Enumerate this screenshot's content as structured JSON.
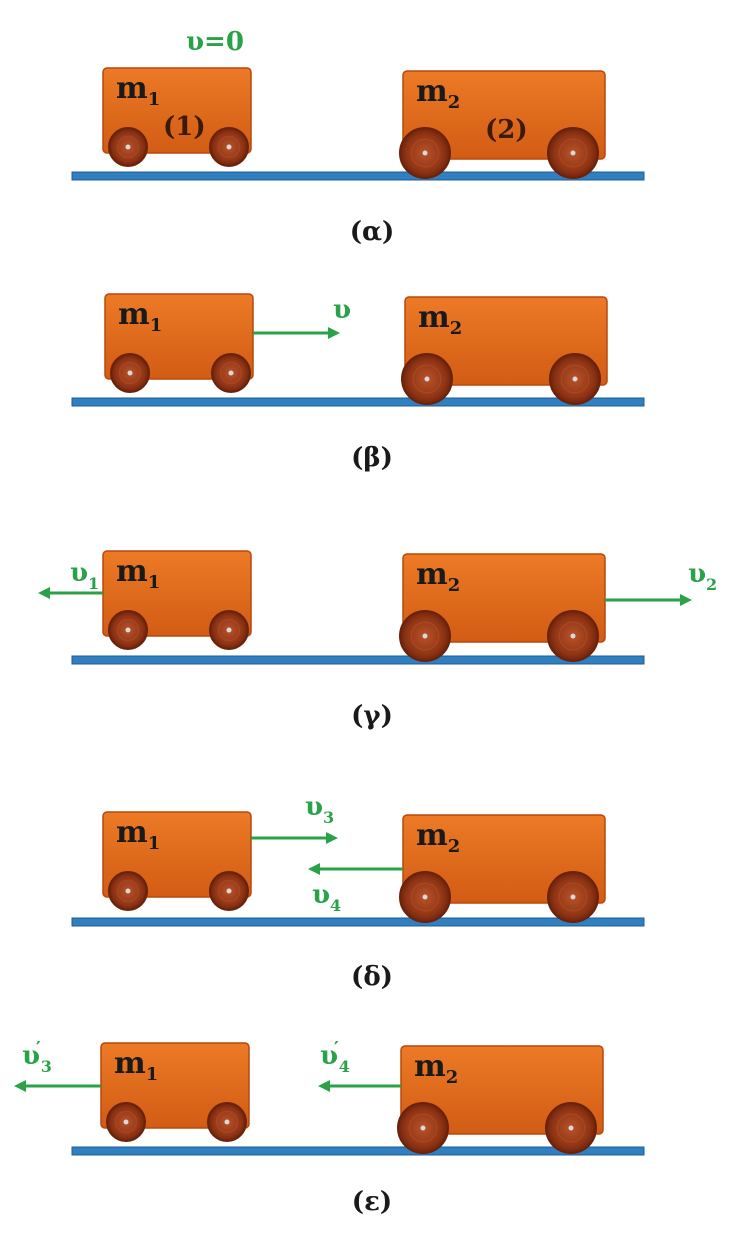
{
  "colors": {
    "cart": "#e06a1c",
    "cart_dark": "#b8480c",
    "wheel": "#8a2c10",
    "track": "#2f7fc1",
    "track_dark": "#1d5c94",
    "velocity": "#2aa24a",
    "label": "#1a1a1a"
  },
  "panels": [
    {
      "caption": "(α)",
      "cart1": {
        "mass": "m",
        "mass_sub": "1",
        "number": "(1)"
      },
      "cart2": {
        "mass": "m",
        "mass_sub": "2",
        "number": "(2)"
      },
      "annotations": [
        {
          "text": "υ=0"
        }
      ],
      "arrows": []
    },
    {
      "caption": "(β)",
      "cart1": {
        "mass": "m",
        "mass_sub": "1",
        "number": ""
      },
      "cart2": {
        "mass": "m",
        "mass_sub": "2",
        "number": ""
      },
      "annotations": [],
      "arrows": [
        {
          "symbol": "υ",
          "sub": "",
          "prime": false,
          "direction": "right",
          "attached_to": "cart1"
        }
      ]
    },
    {
      "caption": "(γ)",
      "cart1": {
        "mass": "m",
        "mass_sub": "1",
        "number": ""
      },
      "cart2": {
        "mass": "m",
        "mass_sub": "2",
        "number": ""
      },
      "annotations": [],
      "arrows": [
        {
          "symbol": "υ",
          "sub": "1",
          "prime": false,
          "direction": "left",
          "attached_to": "cart1"
        },
        {
          "symbol": "υ",
          "sub": "2",
          "prime": false,
          "direction": "right",
          "attached_to": "cart2"
        }
      ]
    },
    {
      "caption": "(δ)",
      "cart1": {
        "mass": "m",
        "mass_sub": "1",
        "number": ""
      },
      "cart2": {
        "mass": "m",
        "mass_sub": "2",
        "number": ""
      },
      "annotations": [],
      "arrows": [
        {
          "symbol": "υ",
          "sub": "3",
          "prime": false,
          "direction": "right",
          "attached_to": "cart1"
        },
        {
          "symbol": "υ",
          "sub": "4",
          "prime": false,
          "direction": "left",
          "attached_to": "cart2"
        }
      ]
    },
    {
      "caption": "(ε)",
      "cart1": {
        "mass": "m",
        "mass_sub": "1",
        "number": ""
      },
      "cart2": {
        "mass": "m",
        "mass_sub": "2",
        "number": ""
      },
      "annotations": [],
      "arrows": [
        {
          "symbol": "υ",
          "sub": "3",
          "prime": true,
          "direction": "left",
          "attached_to": "cart1"
        },
        {
          "symbol": "υ",
          "sub": "4",
          "prime": true,
          "direction": "left",
          "attached_to": "cart2"
        }
      ]
    }
  ]
}
